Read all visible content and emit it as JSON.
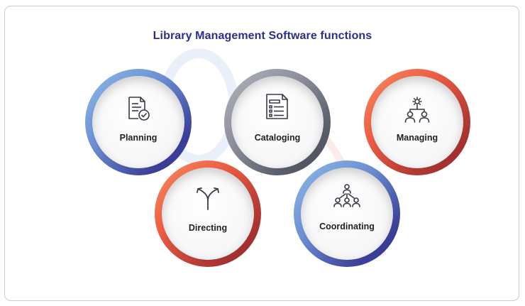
{
  "title": "Library Management Software functions",
  "nodes": [
    {
      "label": "Planning",
      "icon": "document-check-icon"
    },
    {
      "label": "Cataloging",
      "icon": "catalog-list-icon"
    },
    {
      "label": "Managing",
      "icon": "team-structure-icon"
    },
    {
      "label": "Directing",
      "icon": "split-arrows-icon"
    },
    {
      "label": "Coordinating",
      "icon": "network-people-icon"
    }
  ],
  "colors": {
    "title": "#2b2f8c",
    "blue_light": "#7fb0e6",
    "blue_dark": "#2e3890",
    "gray_light": "#a0a3ad",
    "gray_dark": "#4a4d5a",
    "orange": "#f26a4a",
    "maroon": "#8a2328"
  }
}
